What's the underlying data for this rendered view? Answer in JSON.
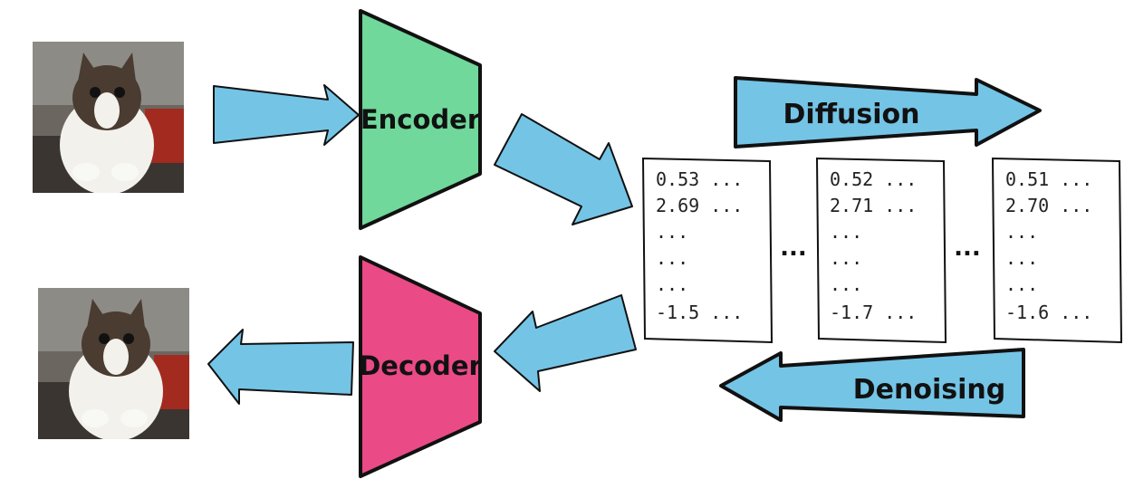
{
  "diagram": {
    "encoder_label": "Encoder",
    "decoder_label": "Decoder",
    "diffusion_label": "Diffusion",
    "denoising_label": "Denoising",
    "ellipsis": "...",
    "latents": [
      {
        "lines": [
          "0.53 ...",
          "2.69 ...",
          "...",
          "...",
          "...",
          "-1.5 ..."
        ]
      },
      {
        "lines": [
          "0.52 ...",
          "2.71 ...",
          "...",
          "...",
          "...",
          "-1.7 ..."
        ]
      },
      {
        "lines": [
          "0.51 ...",
          "2.70 ...",
          "...",
          "...",
          "...",
          "-1.6 ..."
        ]
      }
    ]
  },
  "colors": {
    "arrow": "#74c4e6",
    "encoder": "#6fd89a",
    "decoder": "#ea4a86",
    "outline": "#111111"
  }
}
